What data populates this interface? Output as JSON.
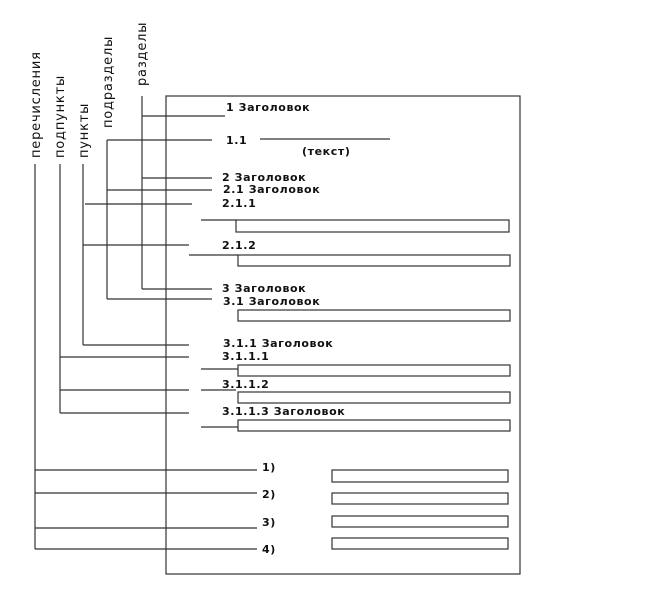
{
  "categories": {
    "enumerations": "перечисления",
    "subitems": "подпункты",
    "items": "пункты",
    "subsections": "подразделы",
    "sections": "разделы"
  },
  "headings": {
    "h1": "1 Заголовок",
    "h1_1": "1.1",
    "text_note": "(текст)",
    "h2": "2 Заголовок",
    "h2_1": "2.1 Заголовок",
    "h2_1_1": "2.1.1",
    "h2_1_2": "2.1.2",
    "h3": "3 Заголовок",
    "h3_1": "3.1 Заголовок",
    "h3_1_1": "3.1.1 Заголовок",
    "h3_1_1_1": "3.1.1.1",
    "h3_1_1_2": "3.1.1.2",
    "h3_1_1_3": "3.1.1.3 Заголовок"
  },
  "enumeration_items": [
    "1)",
    "2)",
    "3)",
    "4)"
  ]
}
